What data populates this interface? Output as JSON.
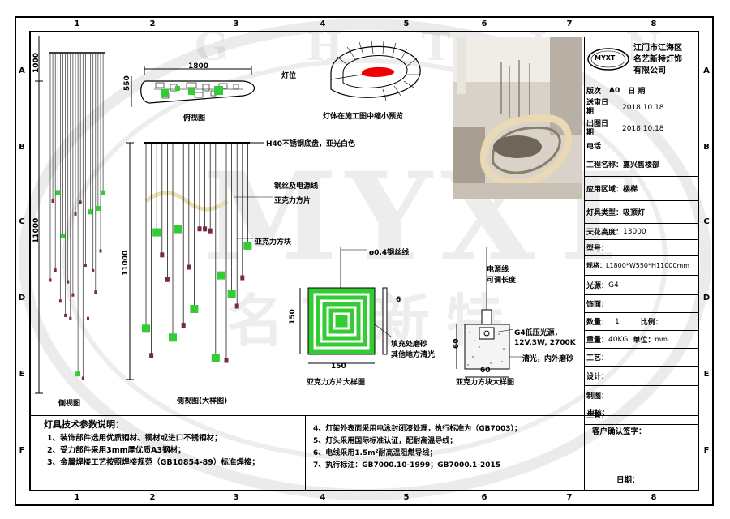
{
  "grid": {
    "columns": [
      "1",
      "2",
      "3",
      "4",
      "5",
      "6",
      "7",
      "8"
    ],
    "rows": [
      "A",
      "B",
      "C",
      "D",
      "E",
      "F"
    ]
  },
  "watermark": {
    "brand": "MYXT",
    "letters": "G H T I N",
    "cn": "名艺新特"
  },
  "views": {
    "top_view": {
      "title": "俯视图",
      "width": "1800",
      "depth": "550"
    },
    "preview": {
      "title": "灯体在施工图中缩小预览",
      "light_pos": "灯位"
    },
    "side_view": {
      "title": "侧视图",
      "height_top": "1000",
      "height_total": "11000"
    },
    "side_view_large": {
      "title": "侧视图(大样图)",
      "height": "11000",
      "callouts": [
        "H40不锈钢底盘，亚光白色",
        "钢丝及电源线",
        "亚克力方片",
        "亚克力方块"
      ]
    },
    "square_detail": {
      "title": "亚克力方片大样图",
      "wire": "ø0.4钢丝线",
      "size_w": "150",
      "size_h": "150",
      "thickness": "6",
      "note1": "填充处磨砂",
      "note2": "其他地方清光"
    },
    "block_detail": {
      "title": "亚克力方块大样图",
      "wire1": "电源线",
      "wire2": "可调长度",
      "size_h": "60",
      "size_w": "60",
      "lamp1": "G4低压光源，",
      "lamp2": "12V,3W, 2700K",
      "finish": "清光，内外磨砂"
    }
  },
  "title_block": {
    "company": [
      "江门市江海区",
      "名艺新特灯饰",
      "有限公司"
    ],
    "logo": "MYXT",
    "version_label": "版次",
    "version_value": "A0",
    "date_label": "日  期",
    "send_label": "送审日期",
    "send_value": "2018.10.18",
    "out_label": "出图日期",
    "out_value": "2018.10.18",
    "phone_label": "电话",
    "project_label": "工程名称：",
    "project_value": "嘉兴售楼部",
    "area_label": "应用区域：",
    "area_value": "楼梯",
    "type_label": "灯具类型：",
    "type_value": "吸顶灯",
    "ceiling_label": "天花高度：",
    "ceiling_value": "13000",
    "model_label": "型号：",
    "spec_label": "规格：",
    "spec_value": "L1800*W550*H11000mm",
    "source_label": "光源：",
    "source_value": "G4",
    "finish_label": "饰面：",
    "qty_label": "数量：",
    "qty_value": "1",
    "ratio_label": "比例：",
    "weight_label": "重量：",
    "weight_value": "40KG",
    "unit_label": "单位：",
    "unit_value": "mm",
    "craft_label": "工艺：",
    "design_label": "设计：",
    "draw_label": "制图：",
    "main_label": "主管：",
    "review_label": "审核：",
    "confirm_label": "客户确认签字：",
    "date2_label": "日期："
  },
  "notes": {
    "title": "灯具技术参数说明：",
    "left": [
      "1、装饰部件选用优质钢材、铜材或进口不锈钢材；",
      "2、受力部件采用3mm厚优质A3钢材；",
      "3、金属焊接工艺按照焊接规范（GB10854-89）标准焊接；"
    ],
    "right": [
      "4、灯架外表面采用电泳封闭漆处理，执行标准为（GB7003）；",
      "5、灯头采用国际标准认证，配耐高温导线；",
      "6、电线采用1.5m²耐高温阻燃导线；",
      "7、执行标注：GB7000.10-1999；GB7000.1-2015"
    ]
  }
}
